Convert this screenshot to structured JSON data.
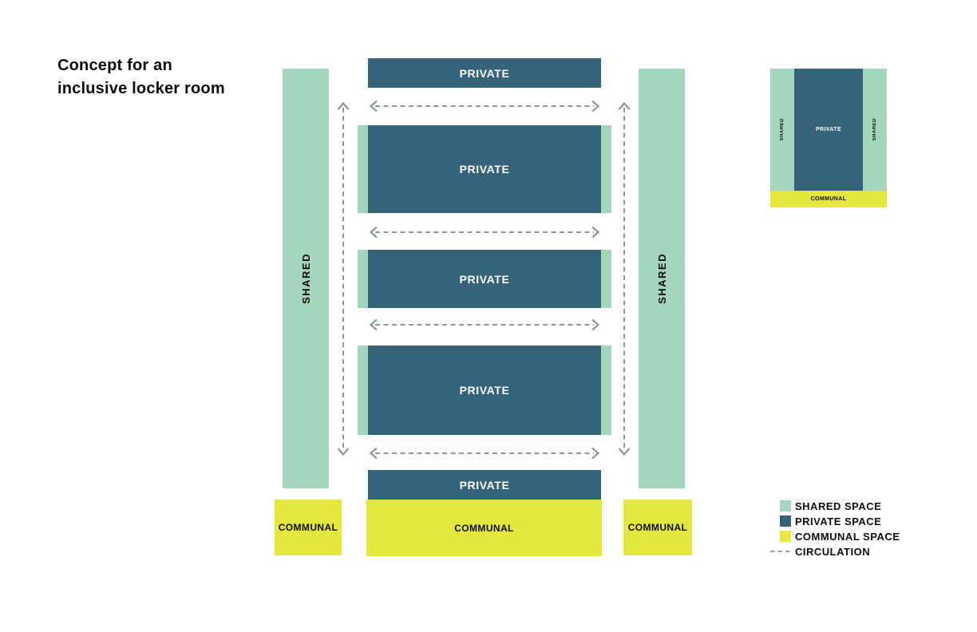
{
  "title": {
    "line1": "Concept for an",
    "line2": "inclusive locker room"
  },
  "colors": {
    "shared_space": "#a4d5bd",
    "private_space": "#34637a",
    "communal_space": "#e6e73c",
    "circulation": "#8d969b",
    "text": "#0d0d0d"
  },
  "diagram": {
    "shared_left": {
      "label": "SHARED"
    },
    "shared_right": {
      "label": "SHARED"
    },
    "private_top": {
      "label": "PRIVATE"
    },
    "private_blocks": [
      {
        "label": "PRIVATE"
      },
      {
        "label": "PRIVATE"
      },
      {
        "label": "PRIVATE"
      }
    ],
    "private_bottom": {
      "label": "PRIVATE"
    },
    "communal_left": {
      "label": "COMMUNAL"
    },
    "communal_center": {
      "label": "COMMUNAL"
    },
    "communal_right": {
      "label": "COMMUNAL"
    }
  },
  "inset": {
    "shared_left": {
      "label": "SHARED"
    },
    "private": {
      "label": "PRIVATE"
    },
    "shared_right": {
      "label": "SHARED"
    },
    "communal": {
      "label": "COMMUNAL"
    }
  },
  "legend": {
    "items": [
      {
        "label": "SHARED SPACE",
        "swatch": "shared"
      },
      {
        "label": "PRIVATE SPACE",
        "swatch": "private"
      },
      {
        "label": "COMMUNAL SPACE",
        "swatch": "communal"
      },
      {
        "label": "CIRCULATION",
        "swatch": "dash"
      }
    ]
  }
}
